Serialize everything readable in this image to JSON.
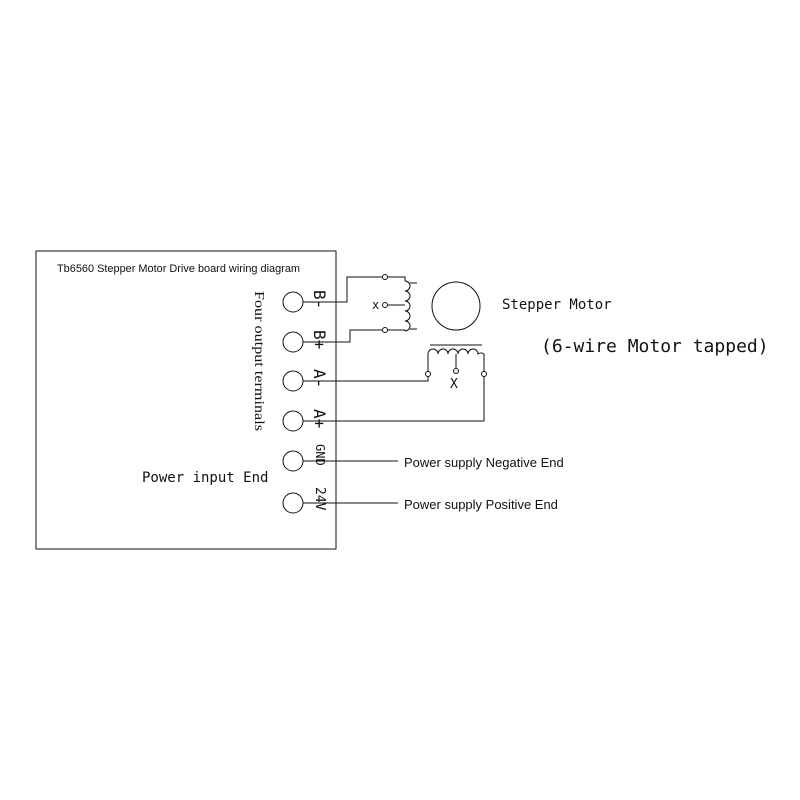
{
  "board": {
    "title": "Tb6560 Stepper Motor Drive board wiring diagram",
    "output_label": "Four output terminals",
    "power_label": "Power input End",
    "terminals": [
      "B-",
      "B+",
      "A-",
      "A+",
      "GND",
      "24V"
    ]
  },
  "motor": {
    "label": "Stepper Motor",
    "note": "(6-wire Motor tapped)",
    "tap_mark_1": "x",
    "tap_mark_2": "X"
  },
  "power": {
    "negative_label": "Power supply Negative End",
    "positive_label": "Power supply Positive End"
  }
}
